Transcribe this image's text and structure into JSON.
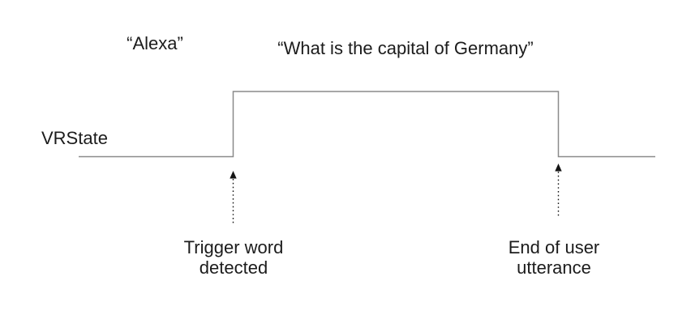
{
  "phrases": {
    "trigger": "“Alexa”",
    "utterance": "“What is the capital of Germany”"
  },
  "signal": {
    "label": "VRState",
    "states": [
      {
        "state": "low",
        "until_event": "Trigger word detected"
      },
      {
        "state": "high",
        "from_event": "Trigger word detected",
        "until_event": "End of user utterance"
      },
      {
        "state": "low",
        "from_event": "End of user utterance"
      }
    ]
  },
  "annotations": {
    "trigger": "Trigger word\ndetected",
    "end": "End of user\nutterance"
  },
  "colors": {
    "background": "#ffffff",
    "signal_line": "#8a8a8a",
    "text": "#1c1c1c",
    "arrow": "#151515"
  }
}
